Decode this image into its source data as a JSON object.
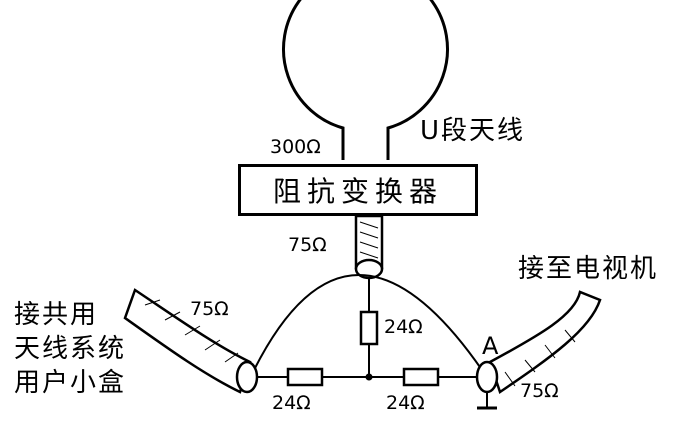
{
  "labels": {
    "antenna": "U段天线",
    "antenna_impedance": "300Ω",
    "transformer": "阻抗变换器",
    "transformer_output": "75Ω",
    "shared_system_line1": "接共用",
    "shared_system_line2": "天线系统",
    "shared_system_line3": "用户小盒",
    "left_cable_impedance": "75Ω",
    "to_tv": "接至电视机",
    "right_cable_impedance": "75Ω",
    "node_a": "A",
    "resistor_vertical": "24Ω",
    "resistor_left": "24Ω",
    "resistor_right": "24Ω"
  }
}
